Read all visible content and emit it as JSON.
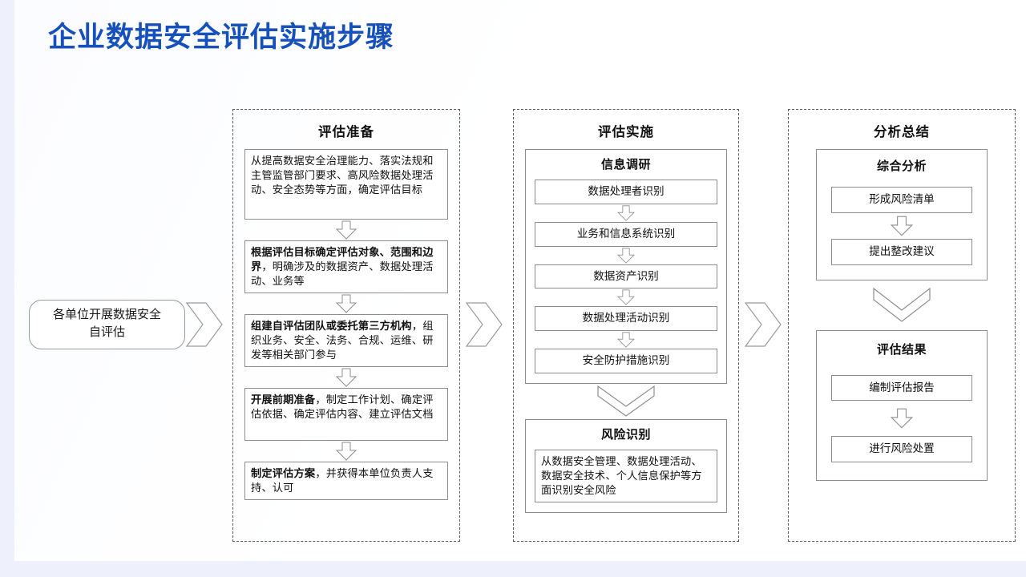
{
  "page": {
    "title": "企业数据安全评估实施步骤",
    "title_color": "#1651bb",
    "background_color": "#eef1fb",
    "sheet_color": "#ffffff"
  },
  "start_node": {
    "label": "各单位开展数据安全自评估",
    "line1": "各单位开展数据安全",
    "line2": "自评估"
  },
  "connectors": [
    {
      "name": "start-to-stage1",
      "icon": "chevron-right-icon"
    },
    {
      "name": "stage1-to-stage2",
      "icon": "chevron-right-icon"
    },
    {
      "name": "stage2-to-stage3",
      "icon": "chevron-right-icon"
    }
  ],
  "stages": [
    {
      "id": "stage-1",
      "title": "评估准备",
      "steps": [
        {
          "text": "从提高数据安全治理能力、落实法规和主管监管部门要求、高风险数据处理活动、安全态势等方面，确定评估目标",
          "lead": "",
          "bold_tail": "定评估目标"
        },
        {
          "text": "根据评估目标确定评估对象、范围和边界，明确涉及的数据资产、数据处理活动、业务等",
          "lead": "根据评估目标确定评估对象、范围和边界",
          "rest": "，明确涉及的数据资产、数据处理活动、业务等"
        },
        {
          "text": "组建自评估团队或委托第三方机构，组织业务、安全、法务、合规、运维、研发等相关部门参与",
          "lead": "组建自评估团队或委托第三方机构",
          "rest": "，组织业务、安全、法务、合规、运维、研发等相关部门参与"
        },
        {
          "text": "开展前期准备，制定工作计划、确定评估依据、确定评估内容、建立评估文档",
          "lead": "开展前期准备",
          "rest": "，制定工作计划、确定评估依据、确定评估内容、建立评估文档"
        },
        {
          "text": "制定评估方案，并获得本单位负责人支持、认可",
          "lead": "制定评估方案",
          "rest": "，并获得本单位负责人支持、认可"
        }
      ]
    },
    {
      "id": "stage-2",
      "title": "评估实施",
      "groups": [
        {
          "title": "信息调研",
          "steps": [
            {
              "text": "数据处理者识别"
            },
            {
              "text": "业务和信息系统识别"
            },
            {
              "text": "数据资产识别"
            },
            {
              "text": "数据处理活动识别"
            },
            {
              "text": "安全防护措施识别"
            }
          ]
        },
        {
          "title": "风险识别",
          "steps": [
            {
              "text": "从数据安全管理、数据处理活动、数据安全技术、个人信息保护等方面识别安全风险"
            }
          ]
        }
      ]
    },
    {
      "id": "stage-3",
      "title": "分析总结",
      "groups": [
        {
          "title": "综合分析",
          "steps": [
            {
              "text": "形成风险清单"
            },
            {
              "text": "提出整改建议"
            }
          ]
        },
        {
          "title": "评估结果",
          "steps": [
            {
              "text": "编制评估报告"
            },
            {
              "text": "进行风险处置"
            }
          ]
        }
      ]
    }
  ]
}
